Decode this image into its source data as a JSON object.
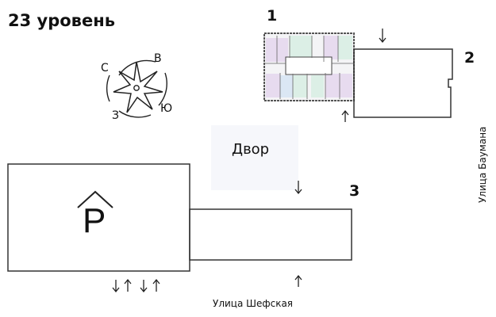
{
  "floor_label": "23 уровень",
  "compass": {
    "north": "С",
    "east": "В",
    "south": "Ю",
    "west": "З"
  },
  "building_numbers": {
    "b1": "1",
    "b2": "2",
    "b3": "3"
  },
  "courtyard": "Двор",
  "parking_symbol": "P",
  "streets": {
    "bottom": "Улица Шефская",
    "right": "Улица Баумана"
  },
  "colors": {
    "lines": "#333333",
    "courtyard": "#f6f7fb",
    "unit_pink": "#e7dbef",
    "unit_green": "#dcefe6",
    "unit_blue": "#dbe7f4"
  },
  "icons": [
    "compass-rose-icon",
    "parking-roof-icon",
    "entrance-arrow-icon"
  ]
}
